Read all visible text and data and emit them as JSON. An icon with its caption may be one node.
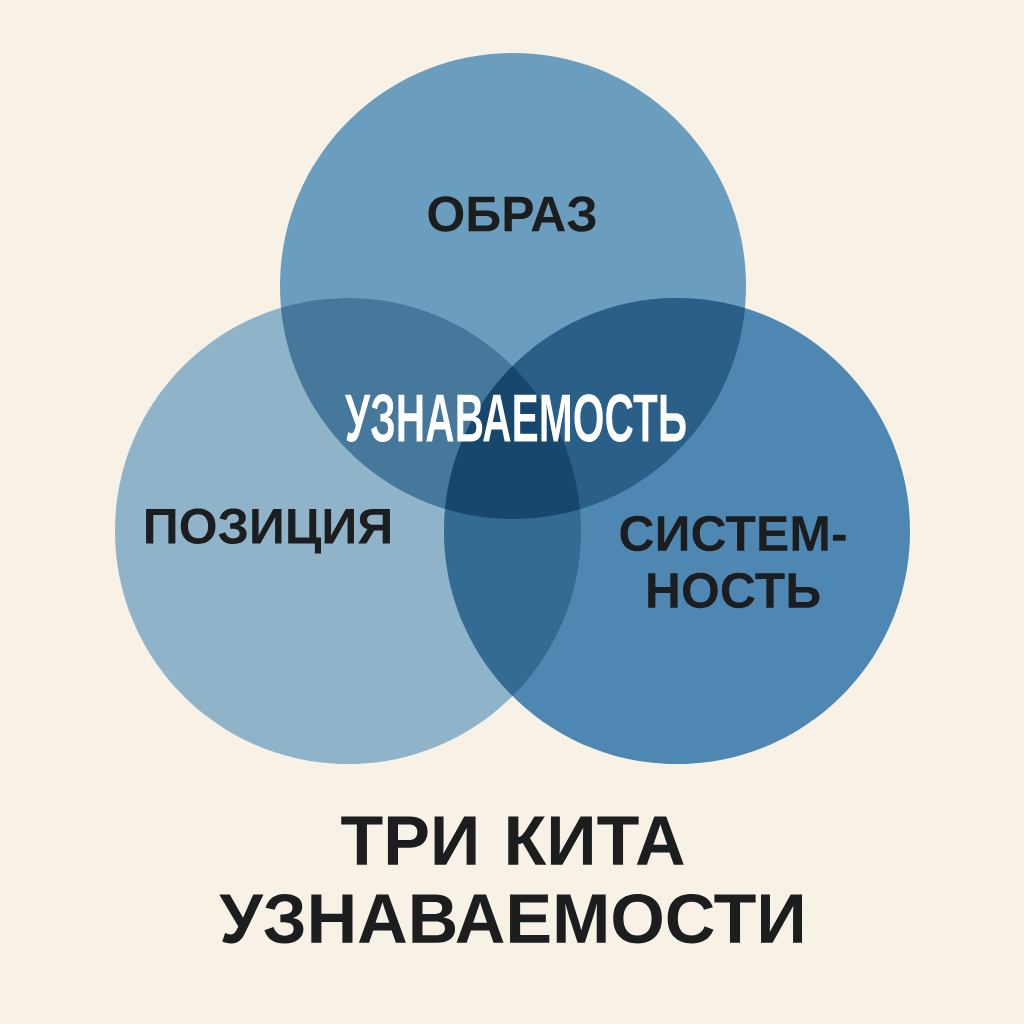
{
  "diagram": {
    "title": "ТРИ КИТА УЗНАВАЕМОСТИ",
    "nodes": [
      {
        "text": [
          "ОБРАЗ"
        ]
      },
      {
        "text": [
          "ПОЗИЦИЯ"
        ]
      },
      {
        "text": [
          "СИСТЕМ- НОСТЬ"
        ]
      }
    ],
    "labels": [
      "УЗНАВАЕМОСТЬ"
    ]
  }
}
